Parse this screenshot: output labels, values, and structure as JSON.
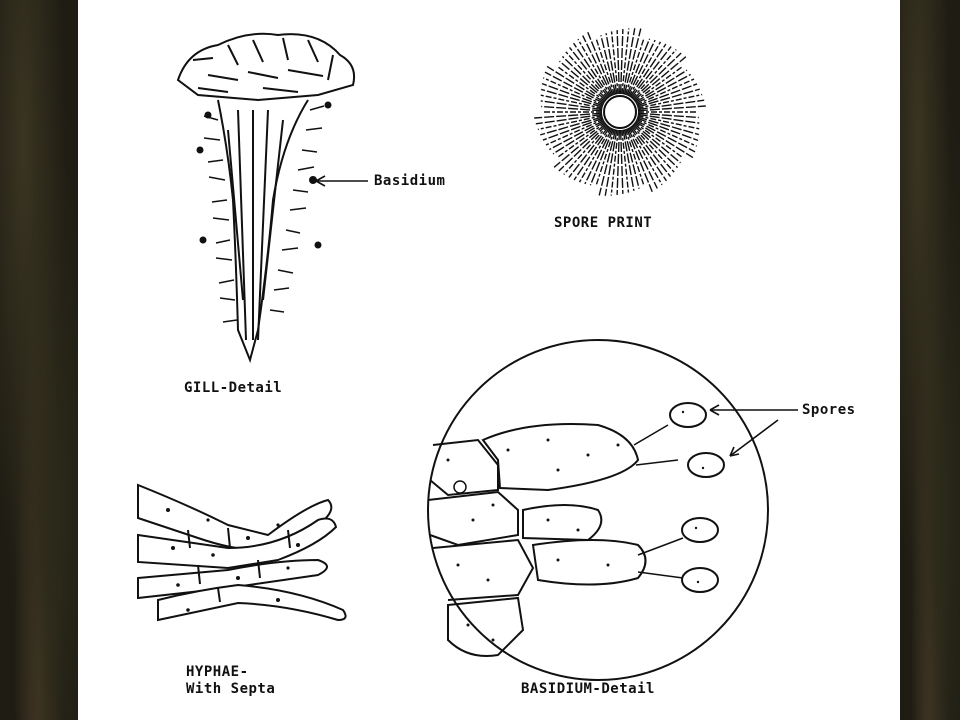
{
  "labels": {
    "basidium_pointer": "Basidium",
    "gill_detail": "GILL-Detail",
    "spore_print": "SPORE PRINT",
    "hyphae_line1": "HYPHAE-",
    "hyphae_line2": "With Septa",
    "spores": "Spores",
    "basidium_detail": "BASIDIUM-Detail"
  },
  "colors": {
    "ink": "#111111",
    "paper": "#ffffff",
    "background": "#1e1c13"
  }
}
